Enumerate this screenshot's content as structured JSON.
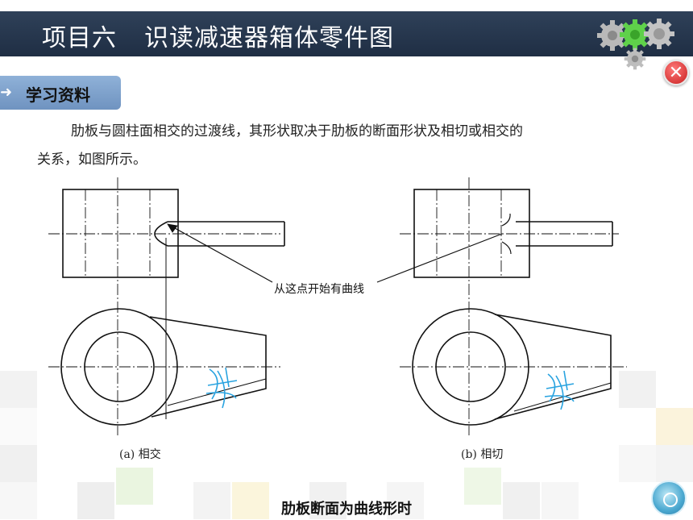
{
  "header": {
    "project_label": "项目六",
    "title": "识读减速器箱体零件图"
  },
  "section_tab": {
    "label": "学习资料",
    "icon": "arrow-right-icon"
  },
  "paragraph": {
    "line1": "肋板与圆柱面相交的过渡线，其形状取决于肋板的断面形状及相切或相交的",
    "line2": "关系，如图所示。"
  },
  "figure": {
    "annotation": "从这点开始有曲线",
    "caption_a": "(a) 相交",
    "caption_b": "(b) 相切"
  },
  "bottom_caption": "肋板断面为曲线形时",
  "controls": {
    "close_icon": "close-icon",
    "nav_icon": "circle-nav-icon"
  },
  "colors": {
    "header_bg": "#253650",
    "tab_bg": "#7ea2cd",
    "sketch_blue": "#29a3e0",
    "close_red": "#d63030"
  }
}
